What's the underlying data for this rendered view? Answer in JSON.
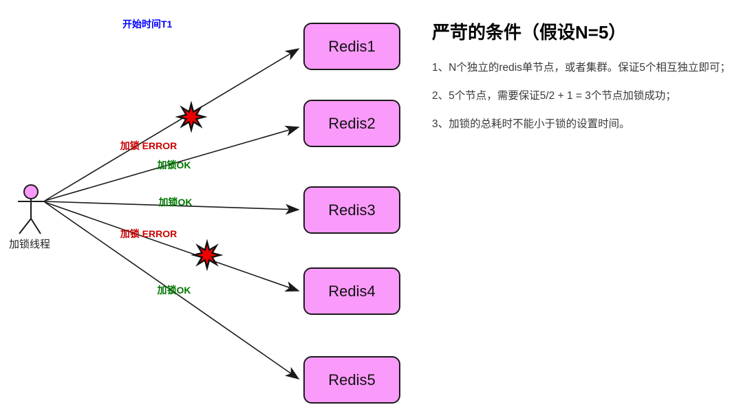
{
  "diagram": {
    "start_time_label": "开始时间T1",
    "actor_label": "加锁线程",
    "nodes": [
      {
        "label": "Redis1"
      },
      {
        "label": "Redis2"
      },
      {
        "label": "Redis3"
      },
      {
        "label": "Redis4"
      },
      {
        "label": "Redis5"
      }
    ],
    "edges": [
      {
        "target": "Redis1",
        "result_label": "加锁 ERROR",
        "result": "error",
        "burst": true
      },
      {
        "target": "Redis2",
        "result_label": "加锁OK",
        "result": "ok",
        "burst": false
      },
      {
        "target": "Redis3",
        "result_label": "加锁OK",
        "result": "ok",
        "burst": false
      },
      {
        "target": "Redis4",
        "result_label": "加锁 ERROR",
        "result": "error",
        "burst": true
      },
      {
        "target": "Redis5",
        "result_label": "加锁OK",
        "result": "ok",
        "burst": false
      }
    ],
    "colors": {
      "node_fill": "#FA9AFA",
      "node_border": "#1A1A1A",
      "error_text": "#CC0000",
      "ok_text": "#007700",
      "start_time_text": "#0000FF",
      "burst_fill": "#EE0000"
    }
  },
  "panel": {
    "title": "严苛的条件（假设N=5）",
    "items": [
      "1、N个独立的redis单节点，或者集群。保证5个相互独立即可；",
      "2、5个节点，需要保证5/2 + 1 = 3个节点加锁成功；",
      "3、加锁的总耗时不能小于锁的设置时间。"
    ]
  }
}
